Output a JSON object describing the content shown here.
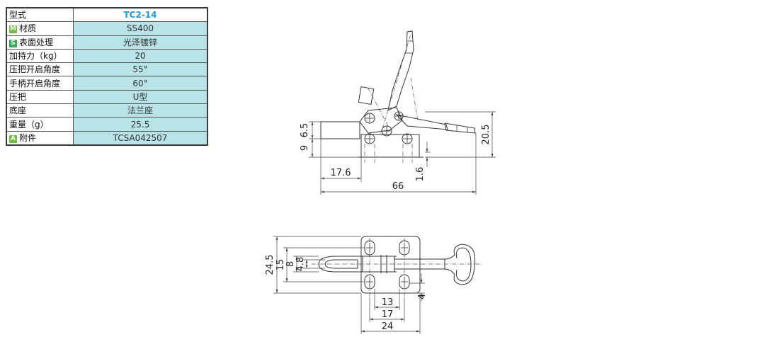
{
  "spec_table": {
    "header": {
      "label": "型式",
      "value": "TC2-14"
    },
    "rows": [
      {
        "label": "材质",
        "value": "SS400",
        "badge": "M",
        "badge_color": "#6bbf3a"
      },
      {
        "label": "表面处理",
        "value": "光泽镀锌",
        "badge": "S",
        "badge_color": "#3aa85a"
      },
      {
        "label": "加持力（kg）",
        "value": "20"
      },
      {
        "label": "压把开启角度",
        "value": "55°"
      },
      {
        "label": "手柄开启角度",
        "value": "60°"
      },
      {
        "label": "压把",
        "value": "U型"
      },
      {
        "label": "底座",
        "value": "法兰座"
      },
      {
        "label": "重量（g）",
        "value": "25.5"
      },
      {
        "label": "附件",
        "value": "TCSA042507",
        "badge": "A",
        "badge_color": "#6bbf3a"
      }
    ]
  },
  "side_view_dims": {
    "d_6_5": "6.5",
    "d_9": "9",
    "d_20_5": "20.5",
    "d_17_6": "17.6",
    "d_1_6": "1.6",
    "d_66": "66"
  },
  "top_view_dims": {
    "d_24_5": "24.5",
    "d_15": "15",
    "d_8": "8",
    "d_4_8": "4.8",
    "d_13": "13",
    "d_17": "17",
    "d_24": "24",
    "d_4": "4"
  }
}
